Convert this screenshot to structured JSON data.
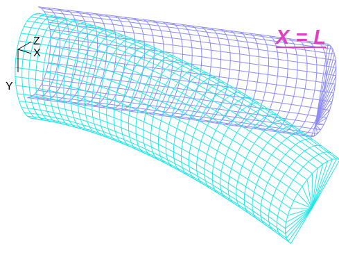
{
  "annotation": {
    "end_label": "X = L",
    "end_label_color": "#e040c0"
  },
  "axes": {
    "z_label": "Z",
    "x_label": "X",
    "y_label": "Y"
  },
  "mesh": {
    "undeformed_color": "#8c8cf4",
    "deformed_color": "#22e6e6",
    "end_cap_style": "radial-spokes"
  }
}
